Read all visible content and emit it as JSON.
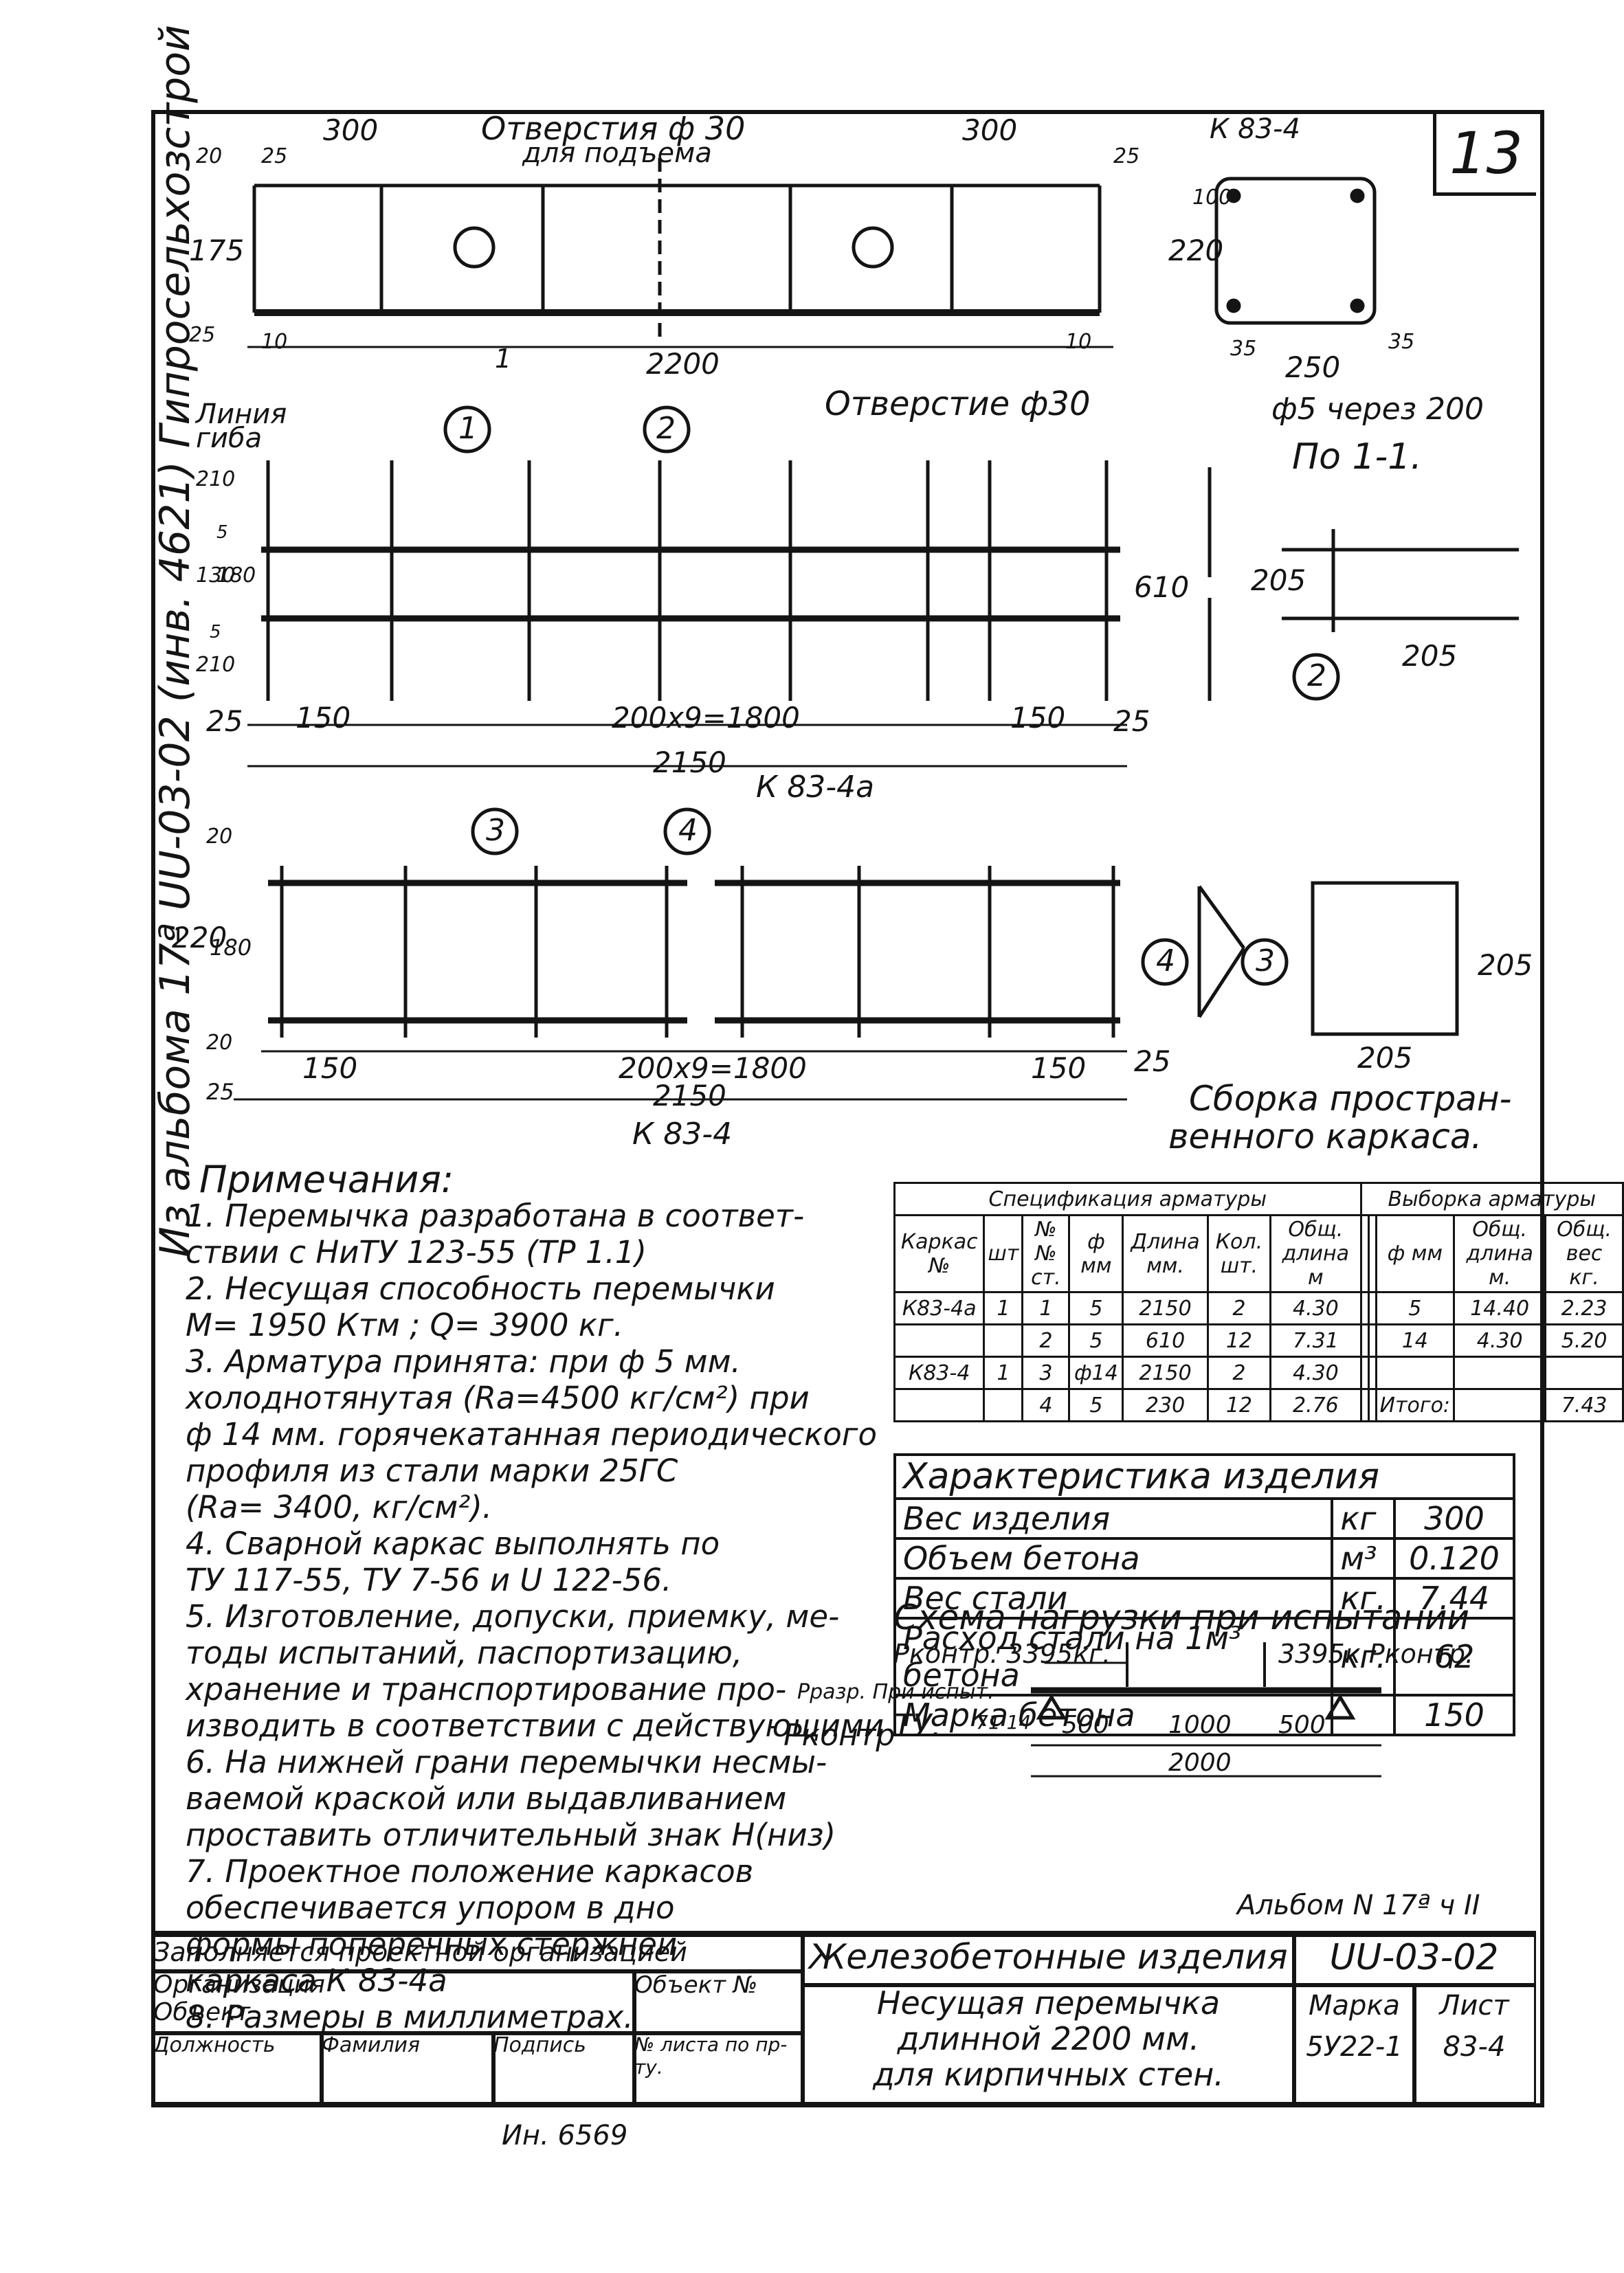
{
  "sheet_number": "13",
  "side_caption": "Из альбома  17ª UU-03-02 (инв. 4621) Гипросельхозстрой",
  "top_view": {
    "mark": "К 83-4",
    "holes_label_1": "Отверстия ф 30",
    "holes_label_2": "для подъема",
    "hole_label_bottom": "Отверстие ф30",
    "dims": [
      "300",
      "300",
      "25",
      "25",
      "20",
      "175",
      "25",
      "10",
      "10",
      "2200",
      "220",
      "100",
      "35",
      "250",
      "35"
    ],
    "section_note": "ф5 через 200",
    "section_title": "По 1-1.",
    "cut_mark": "1"
  },
  "frame_k834a": {
    "label": "К 83-4а",
    "line_label_1": "Линия",
    "line_label_2": "гиба",
    "callouts": [
      "1",
      "2"
    ],
    "dims_left": [
      "210",
      "5",
      "180",
      "130",
      "5",
      "210"
    ],
    "dim_right": "610",
    "dims_bottom": [
      "25",
      "150",
      "200x9=1800",
      "150",
      "25"
    ],
    "total": "2150",
    "detail_dims": [
      "205",
      "205"
    ],
    "detail_callout": "2"
  },
  "frame_k834": {
    "label": "К 83-4",
    "callouts": [
      "3",
      "4"
    ],
    "dims_left": [
      "20",
      "220",
      "180",
      "20"
    ],
    "dims_bottom": [
      "150",
      "200x9=1800",
      "150",
      "25"
    ],
    "left_25": "25",
    "total": "2150",
    "assembly_dims": [
      "205",
      "205"
    ],
    "assembly_callouts": [
      "4",
      "3"
    ],
    "assembly_caption_1": "Сборка простран-",
    "assembly_caption_2": "венного  каркаса."
  },
  "notes": {
    "title": "Примечания:",
    "lines": [
      "1. Перемычка разработана в соответ-",
      "   ствии с НиТУ 123-55 (ТР 1.1)",
      "2. Несущая способность перемычки",
      "   М= 1950 Ктм ; Q= 3900 кг.",
      "3. Арматура принята: при ф 5 мм.",
      "   холоднотянутая (Rа=4500 кг/см²) при",
      "   ф 14 мм. горячекатанная периодического",
      "   профиля из стали марки 25ГС",
      "   (Rа= 3400, кг/см²).",
      "4. Сварной каркас выполнять по",
      "   ТУ 117-55, ТУ 7-56 и U 122-56.",
      "5. Изготовление, допуски, приемку, ме-",
      "   тоды испытаний, паспортизацию,",
      "   хранение и транспортирование про-",
      "   изводить в соответствии с действующими ТУ.",
      "6. На нижней грани перемычки несмы-",
      "   ваемой краской или выдавливанием",
      "   проставить отличительный знак Н(низ)",
      "7. Проектное положение каркасов",
      "   обеспечивается упором в дно",
      "   формы поперечных стержней",
      "   каркаса К 83-4а",
      "8. Размеры в миллиметрах."
    ]
  },
  "spec_table": {
    "title_left": "Спецификация арматуры",
    "title_right": "Выборка арматуры",
    "headers": [
      "Каркас №",
      "шт",
      "№№ ст.",
      "ф мм",
      "Длина мм.",
      "Кол. шт.",
      "Общ. длина м",
      "",
      "",
      "ф мм",
      "Общ. длина м.",
      "Общ. вес кг."
    ],
    "rows": [
      [
        "К83-4а",
        "1",
        "1",
        "5",
        "2150",
        "2",
        "4.30",
        "",
        "",
        "5",
        "14.40",
        "2.23"
      ],
      [
        "",
        "",
        "2",
        "5",
        "610",
        "12",
        "7.31",
        "",
        "",
        "14",
        "4.30",
        "5.20"
      ],
      [
        "К83-4",
        "1",
        "3",
        "ф14",
        "2150",
        "2",
        "4.30",
        "",
        "",
        "",
        "",
        ""
      ],
      [
        "",
        "",
        "4",
        "5",
        "230",
        "12",
        "2.76",
        "",
        "",
        "Итого:",
        "",
        "7.43"
      ]
    ]
  },
  "char_table": {
    "title": "Характеристика изделия",
    "rows": [
      {
        "name": "Вес изделия",
        "unit": "кг",
        "value": "300"
      },
      {
        "name": "Объем бетона",
        "unit": "м³",
        "value": "0.120"
      },
      {
        "name": "Вес стали",
        "unit": "кг.",
        "value": "7.44"
      },
      {
        "name": "Расход стали на 1м³ бетона",
        "unit": "кг.",
        "value": "62"
      },
      {
        "name": "Марка бетона",
        "unit": "",
        "value": "150"
      }
    ]
  },
  "load_scheme": {
    "title": "Схема нагрузки при испытании",
    "left_load": "Рконтр. 3395кг.",
    "right_load": "3395к Рконтр.",
    "razr": "Рразр. При испыт.",
    "razr_val": "71 14",
    "pkontr": "Рконтр",
    "dims": [
      "500",
      "1000",
      "500"
    ],
    "span": "2000"
  },
  "album_ref": "Альбом N 17ª ч II",
  "title_block": {
    "filled_by": "Заполняется проектной организацией",
    "org": "Организация",
    "object": "Объект",
    "object_no": "Объект №",
    "col_position": "Должность",
    "col_surname": "Фамилия",
    "col_signature": "Подпись",
    "sheet_ref": "№ листа по пр-ту.",
    "product_group": "Железобетонные изделия",
    "product_name_1": "Несущая перемычка",
    "product_name_2": "длинной 2200 мм.",
    "product_name_3": "для кирпичных стен.",
    "code": "UU-03-02",
    "mark_label": "Марка",
    "mark_value": "5У22-1",
    "sheet_label": "Лист",
    "sheet_value": "83-4"
  },
  "inventory": "Ин. 6569"
}
